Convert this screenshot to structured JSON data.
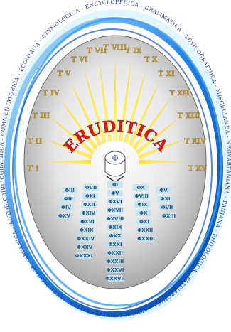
{
  "ring_text": "UNIVERSALICA - ANTHOLOGICA - ARVANICA - AUTOBIOBIBLIOGRAPHICA - COMMENTATORICA - ECONIANA - ETYMOLOGICA - ENCYCLOPEDICA - GRAMMATICA - LEXICOGRAPHICA - MISCELLANEA - NEGVARTANIANA - PANJANA - PHILOLOGICA - PATRIARCHICA - PSYCHOLOGICA - ",
  "brand": "ERUDITICA",
  "logo_glyph": "Φ",
  "tomes": [
    "T I",
    "T II",
    "T III",
    "T IV",
    "T V",
    "T VI",
    "T VII",
    "T VIII",
    "T IX",
    "T X",
    "T XI",
    "T XII",
    "T XIII",
    "T XIV",
    "T XV"
  ],
  "volume_columns": [
    [
      "ΦIII",
      "ΦII",
      "ΦIV",
      "ΦXV"
    ],
    [
      "ΦVII",
      "ΦXI",
      "ΦXII",
      "ΦXIV",
      "ΦXVI",
      "ΦXIX",
      "ΦXXIV",
      "ΦXXV",
      "ΦXXXI"
    ],
    [
      "ΦI",
      "ΦV",
      "ΦXVI",
      "ΦXVII",
      "ΦXVIII",
      "ΦXIX",
      "ΦXX",
      "ΦXXI",
      "ΦXXII",
      "ΦXXIII",
      "ΦXXVI",
      "ΦXXVII"
    ],
    [
      "ΦX",
      "ΦVIII",
      "ΦIX",
      "ΦX",
      "ΦXI",
      "ΦXXII",
      "ΦXXIII"
    ],
    [
      "ΦV",
      "ΦXI",
      "ΦVII",
      "ΦXIII"
    ]
  ],
  "colors": {
    "gold": "#c9a339",
    "red": "#d61a1a",
    "blue": "#1e7fe0",
    "ring_text": "#1d3a8f",
    "volume": "#2a5b86"
  }
}
